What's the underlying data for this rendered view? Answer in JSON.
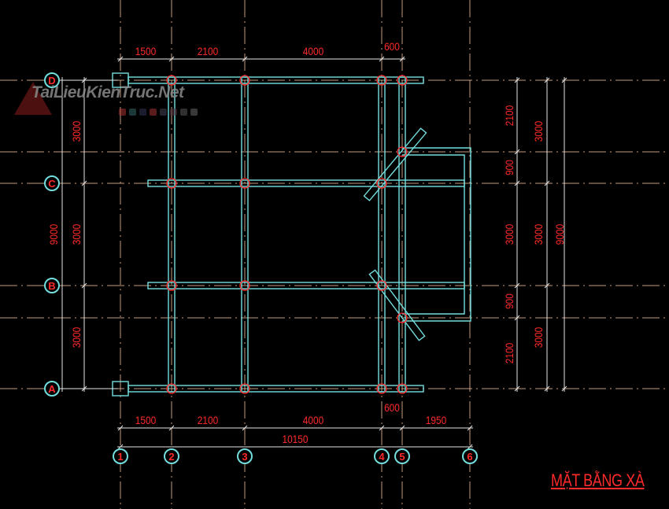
{
  "drawing": {
    "title": "MẶT BẰNG XÀ",
    "watermark": "TaiLieuKienTruc.Net",
    "colors": {
      "beam": "#74dede",
      "column": "#ff2a2a",
      "grid": "#e8b898",
      "dimension": "#e6e6e6",
      "text": "#ff2a2a",
      "background": "#000000"
    }
  },
  "axes": {
    "rows": [
      "D",
      "C",
      "B",
      "A"
    ],
    "columns": [
      "1",
      "2",
      "3",
      "4",
      "5",
      "6"
    ]
  },
  "dimensions": {
    "top": [
      "1500",
      "2100",
      "4000",
      "600"
    ],
    "bottom": [
      "1500",
      "2100",
      "4000",
      "600",
      "1950"
    ],
    "bottom_total": "10150",
    "left_inner": [
      "3000",
      "3000",
      "3000"
    ],
    "left_total": "9000",
    "right_inner": [
      "2100",
      "900",
      "3000",
      "900",
      "2100"
    ],
    "right_middle": [
      "3000",
      "3000",
      "3000"
    ],
    "right_total": "9000"
  }
}
